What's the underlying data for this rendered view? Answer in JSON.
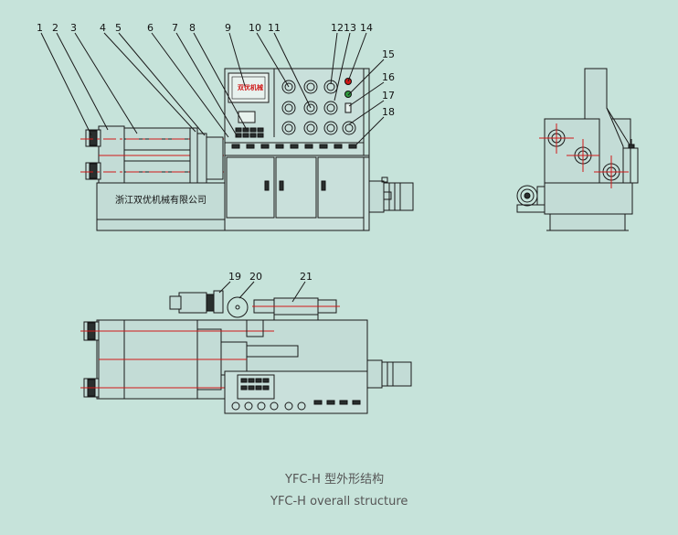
{
  "diagram": {
    "callouts": [
      "1",
      "2",
      "3",
      "4",
      "5",
      "6",
      "7",
      "8",
      "9",
      "10",
      "11",
      "12",
      "13",
      "14",
      "15",
      "16",
      "17",
      "18",
      "19",
      "20",
      "21"
    ],
    "nameplate_text": "浙江双优机械有限公司",
    "screen_text": "双优机械",
    "caption_zh": "YFC-H 型外形结构",
    "caption_en": "YFC-H overall  structure"
  },
  "colors": {
    "background": "#c6e3da",
    "line": "#1a1a1a",
    "centerline": "#d01818",
    "caption": "#555555"
  }
}
